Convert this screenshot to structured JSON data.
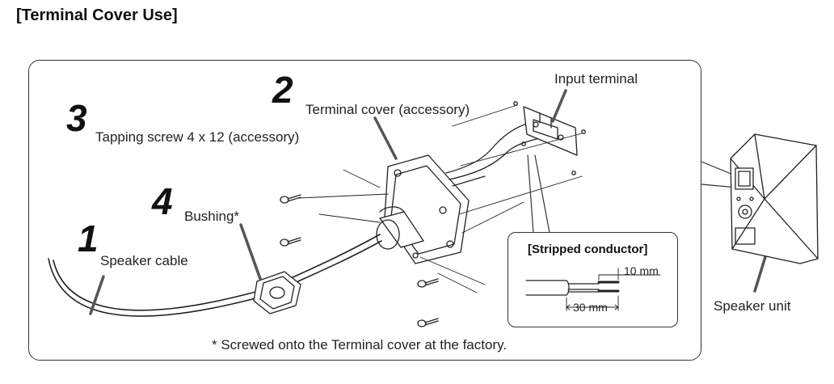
{
  "title": "[Terminal Cover Use]",
  "steps": [
    {
      "number": "1",
      "label": "Speaker cable"
    },
    {
      "number": "2",
      "label": "Terminal cover (accessory)"
    },
    {
      "number": "3",
      "label": "Tapping screw 4 x 12 (accessory)"
    },
    {
      "number": "4",
      "label": "Bushing*"
    }
  ],
  "labels": {
    "input_terminal": "Input terminal",
    "speaker_unit": "Speaker unit"
  },
  "inset": {
    "title": "[Stripped conductor]",
    "dim_short": "10 mm",
    "dim_long": "30 mm"
  },
  "footnote": "* Screwed onto the Terminal cover at the factory."
}
